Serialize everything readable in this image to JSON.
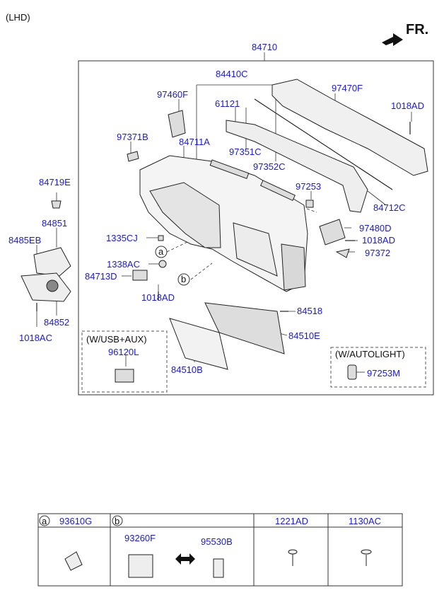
{
  "header": {
    "variant": "(LHD)",
    "front": "FR."
  },
  "labels": {
    "p84710": "84710",
    "p84410C": "84410C",
    "p97460F": "97460F",
    "p61121": "61121",
    "p97470F": "97470F",
    "p1018AD_a": "1018AD",
    "p97371B": "97371B",
    "p84711A": "84711A",
    "p97351C": "97351C",
    "p97352C": "97352C",
    "p84719E": "84719E",
    "p97253": "97253",
    "p84712C": "84712C",
    "p84851": "84851",
    "p84855EB": "8485EB",
    "p1335CJ": "1335CJ",
    "p97480D": "97480D",
    "p1018AD_b": "1018AD",
    "p97372": "97372",
    "p1338AC": "1338AC",
    "p84713D": "84713D",
    "p1018AD_c": "1018AD",
    "p84852": "84852",
    "p1018AC": "1018AC",
    "p84518": "84518",
    "p84510E": "84510E",
    "p96120L": "96120L",
    "p84510B": "84510B",
    "p97253M": "97253M"
  },
  "callouts": {
    "a": "a",
    "b": "b"
  },
  "options": {
    "usb_aux": "(W/USB+AUX)",
    "autolight": "(W/AUTOLIGHT)"
  },
  "table": {
    "a_letter": "a",
    "a_part": "93610G",
    "b_letter": "b",
    "b_part1": "93260F",
    "b_part2": "95530B",
    "c_part": "1221AD",
    "d_part": "1130AC"
  }
}
